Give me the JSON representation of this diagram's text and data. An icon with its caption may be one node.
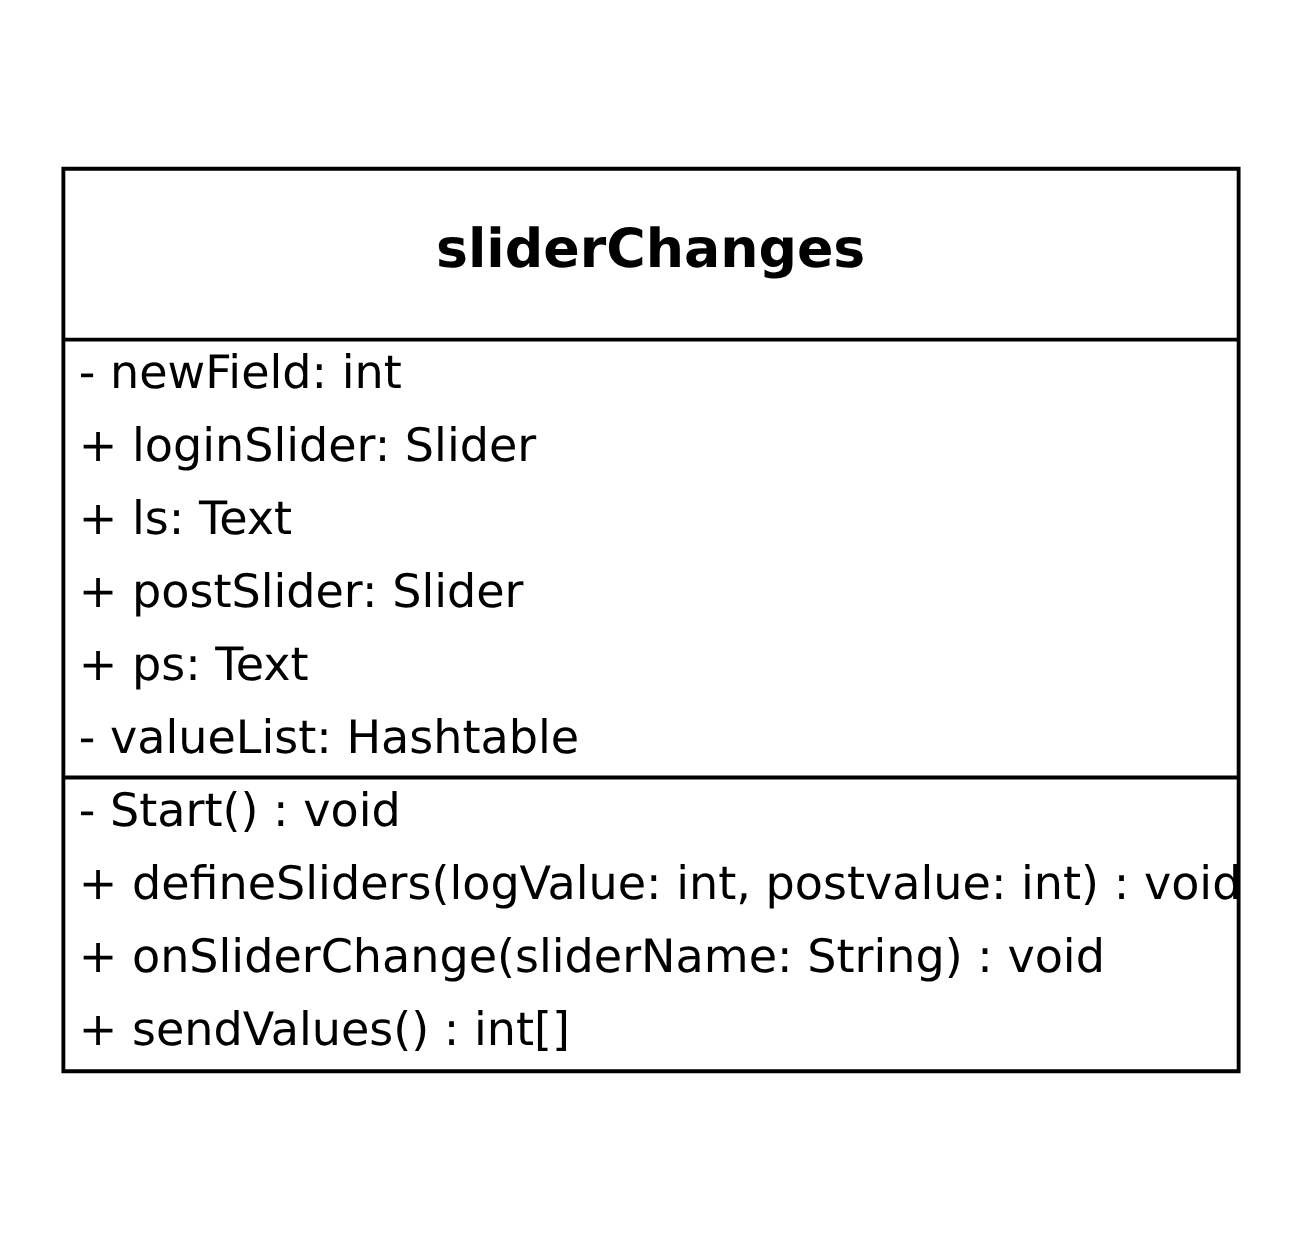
{
  "diagram": {
    "nodes": [
      {
        "text": [
          "sliderChanges",
          "- newField: int",
          "+ loginSlider: Slider",
          "+ ls: Text",
          "+ postSlider: Slider",
          "+ ps: Text",
          "- valueList: Hashtable",
          "- Start() : void",
          "+ defineSliders(logValue: int, postvalue: int) : void",
          "+ onSliderChange(sliderName: String) : void",
          "+ sendValues() : int[]"
        ]
      }
    ],
    "edges": []
  }
}
